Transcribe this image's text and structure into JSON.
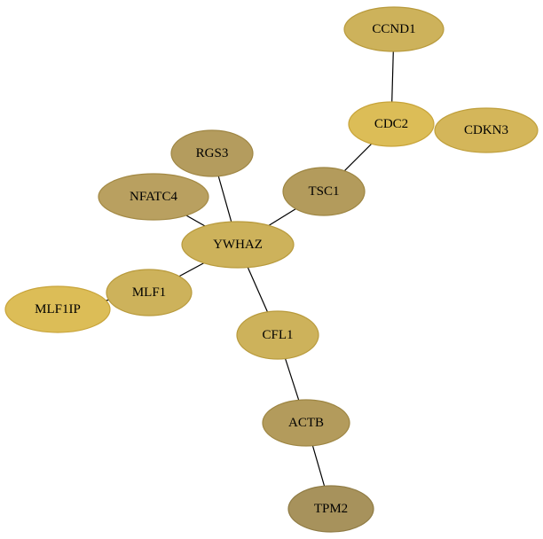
{
  "graph": {
    "nodes": [
      {
        "id": "CCND1",
        "label": "CCND1",
        "fill": "#cdb25b",
        "stroke": "#b89a3c"
      },
      {
        "id": "CDC2",
        "label": "CDC2",
        "fill": "#dcbd57",
        "stroke": "#c8a43a"
      },
      {
        "id": "CDKN3",
        "label": "CDKN3",
        "fill": "#d4b65a",
        "stroke": "#bf9f3c"
      },
      {
        "id": "RGS3",
        "label": "RGS3",
        "fill": "#b49c5e",
        "stroke": "#9f8644"
      },
      {
        "id": "TSC1",
        "label": "TSC1",
        "fill": "#b39b5c",
        "stroke": "#9d8542"
      },
      {
        "id": "NFATC4",
        "label": "NFATC4",
        "fill": "#b9a060",
        "stroke": "#a38944"
      },
      {
        "id": "YWHAZ",
        "label": "YWHAZ",
        "fill": "#cdb25b",
        "stroke": "#b89a3c"
      },
      {
        "id": "MLF1",
        "label": "MLF1",
        "fill": "#cdb25b",
        "stroke": "#b89a3c"
      },
      {
        "id": "MLF1IP",
        "label": "MLF1IP",
        "fill": "#dcbd57",
        "stroke": "#c8a43a"
      },
      {
        "id": "CFL1",
        "label": "CFL1",
        "fill": "#cdb25b",
        "stroke": "#b89a3c"
      },
      {
        "id": "ACTB",
        "label": "ACTB",
        "fill": "#b39b5c",
        "stroke": "#9d8542"
      },
      {
        "id": "TPM2",
        "label": "TPM2",
        "fill": "#a7925c",
        "stroke": "#8f7b44"
      }
    ],
    "edges": [
      {
        "source": "CCND1",
        "target": "CDC2"
      },
      {
        "source": "CDC2",
        "target": "TSC1"
      },
      {
        "source": "TSC1",
        "target": "YWHAZ"
      },
      {
        "source": "RGS3",
        "target": "YWHAZ"
      },
      {
        "source": "NFATC4",
        "target": "YWHAZ"
      },
      {
        "source": "YWHAZ",
        "target": "MLF1"
      },
      {
        "source": "MLF1",
        "target": "MLF1IP"
      },
      {
        "source": "YWHAZ",
        "target": "CFL1"
      },
      {
        "source": "CFL1",
        "target": "ACTB"
      },
      {
        "source": "ACTB",
        "target": "TPM2"
      }
    ]
  }
}
